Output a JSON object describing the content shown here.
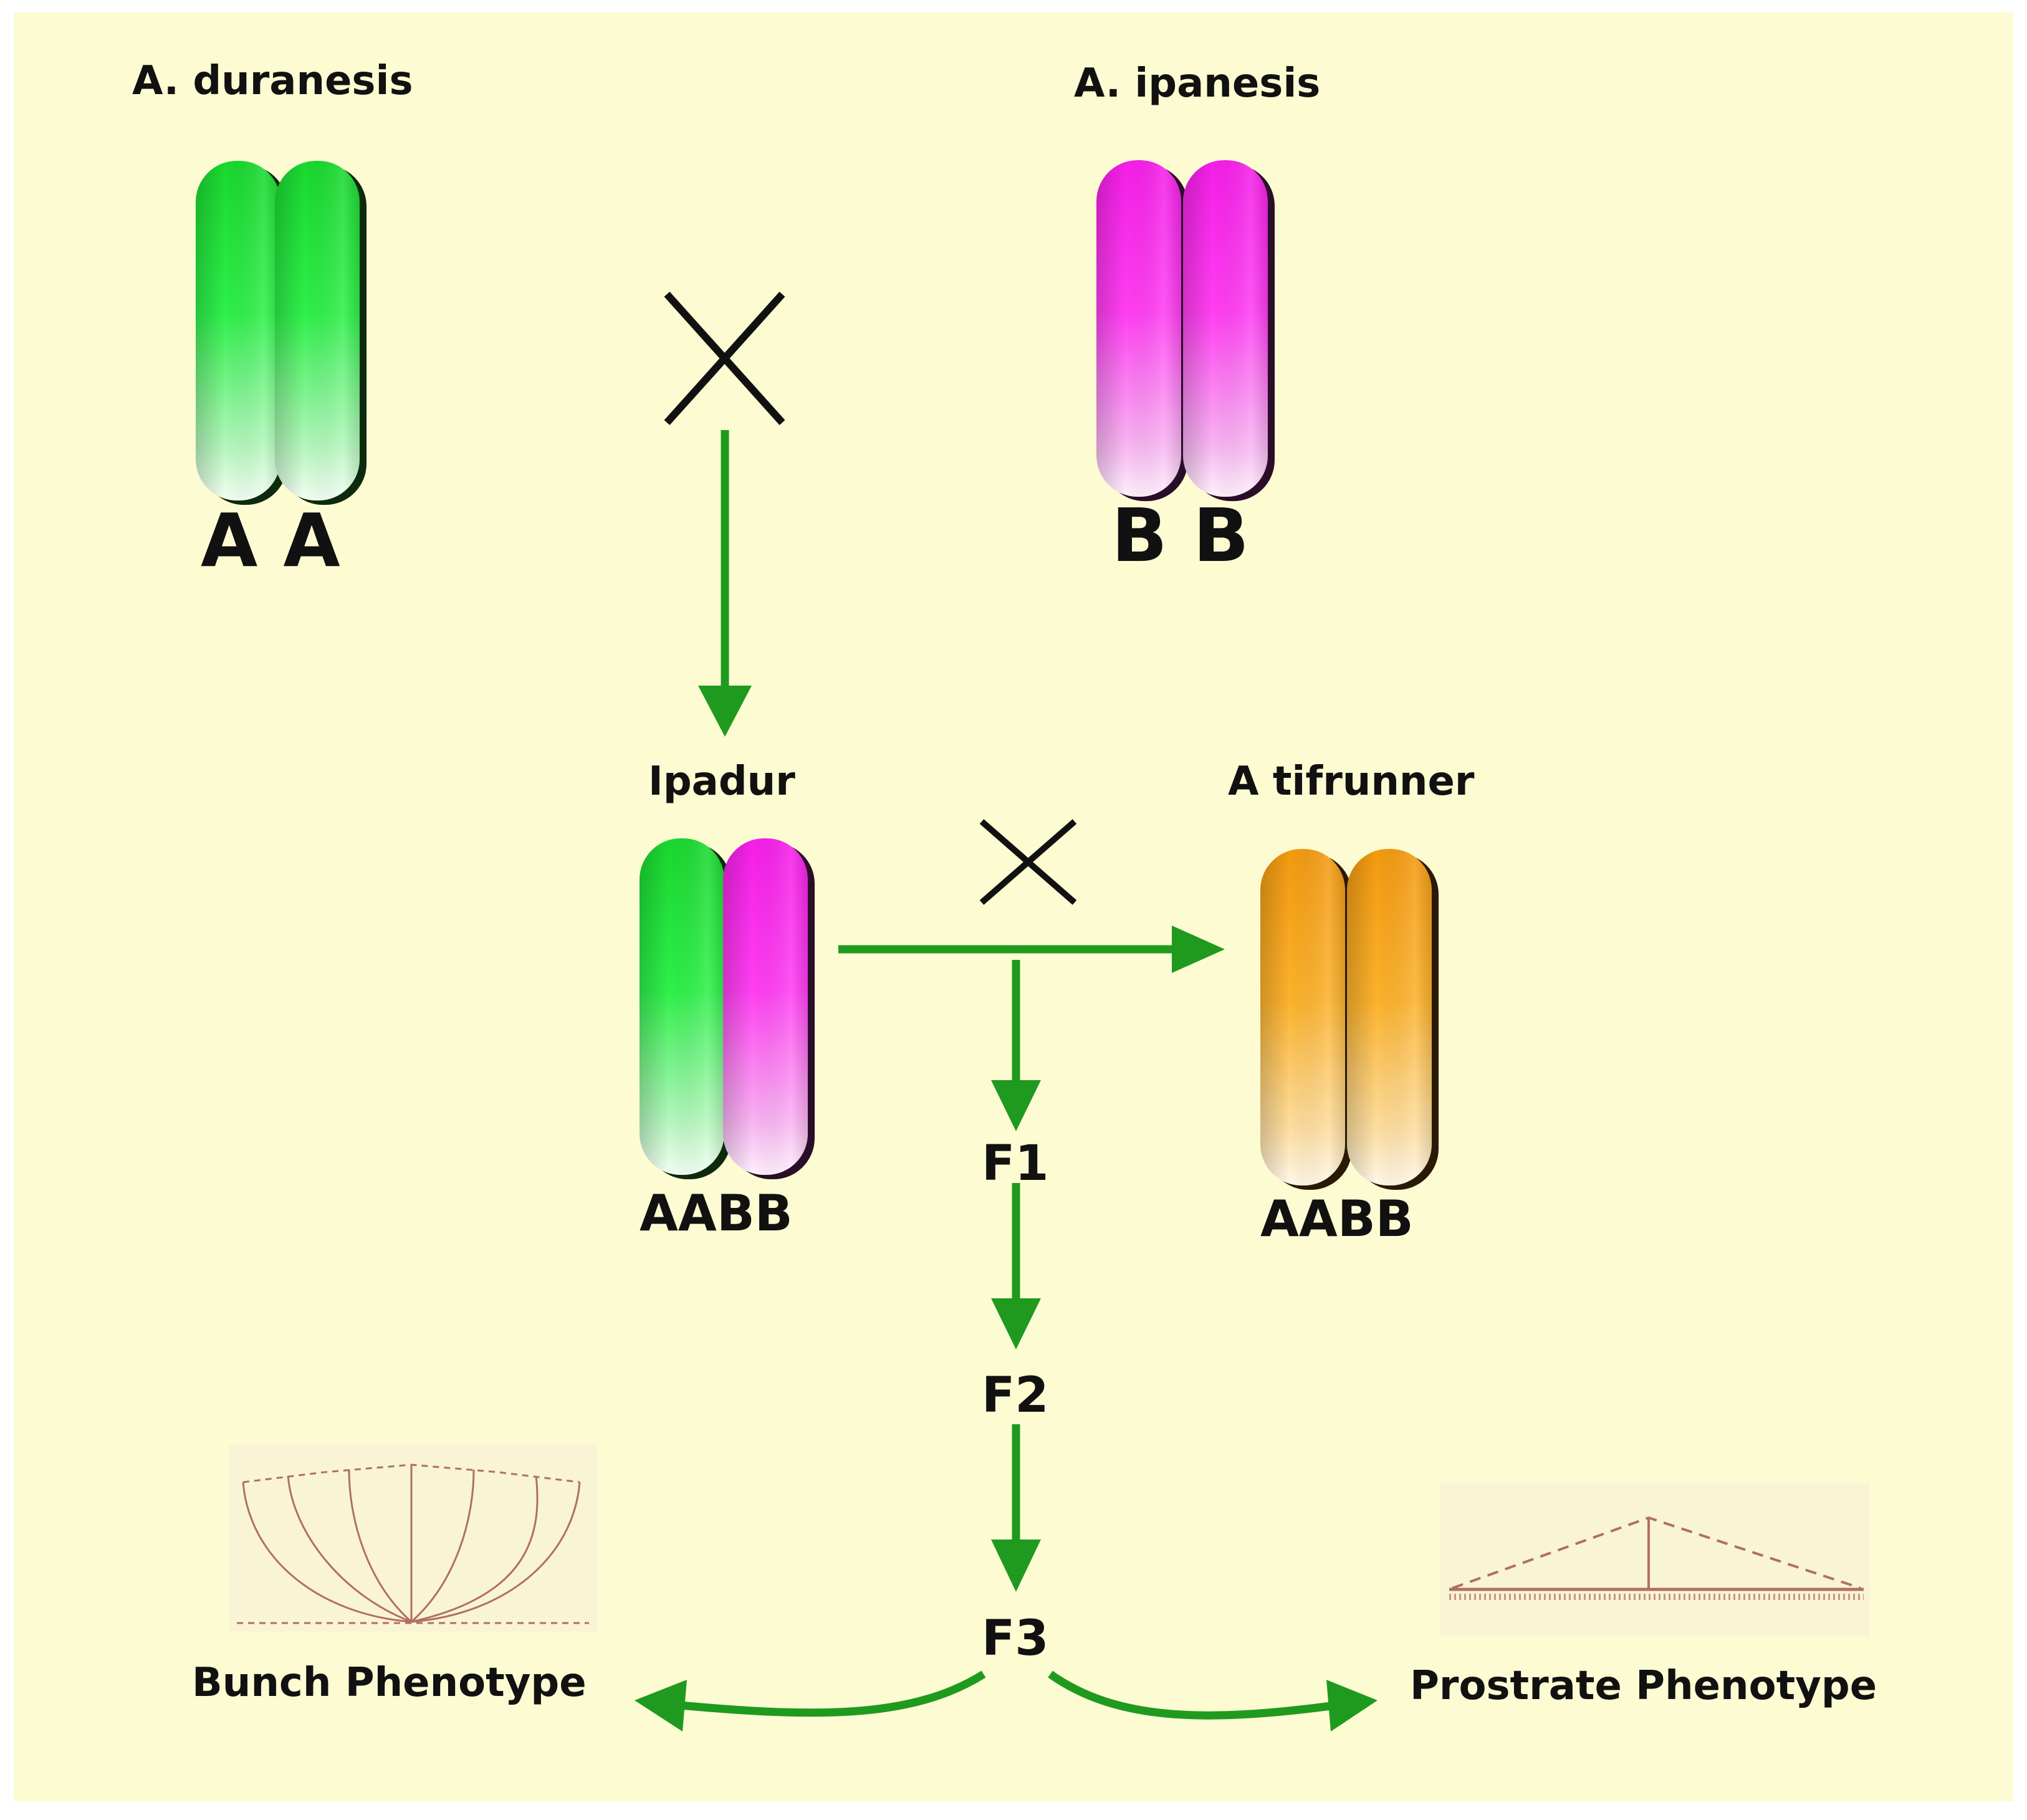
{
  "parents": {
    "left": {
      "name": "A. duranesis",
      "genome": "A A",
      "color": "#1fe83a"
    },
    "right": {
      "name": "A. ipanesis",
      "genome": "B B",
      "color": "#ff2ef0"
    }
  },
  "hybrid": {
    "name": "Ipadur",
    "genome": "AABB"
  },
  "cultivar": {
    "name": "A tifrunner",
    "genome": "AABB",
    "color": "#fca81c"
  },
  "cross_symbol": "×",
  "generations": [
    "F1",
    "F2",
    "F3"
  ],
  "outcomes": {
    "left": "Bunch Phenotype",
    "right": "Prostrate Phenotype"
  },
  "colors": {
    "background": "#fdfbd2",
    "arrow": "#1f9a1f",
    "sketch": "#b07060"
  }
}
